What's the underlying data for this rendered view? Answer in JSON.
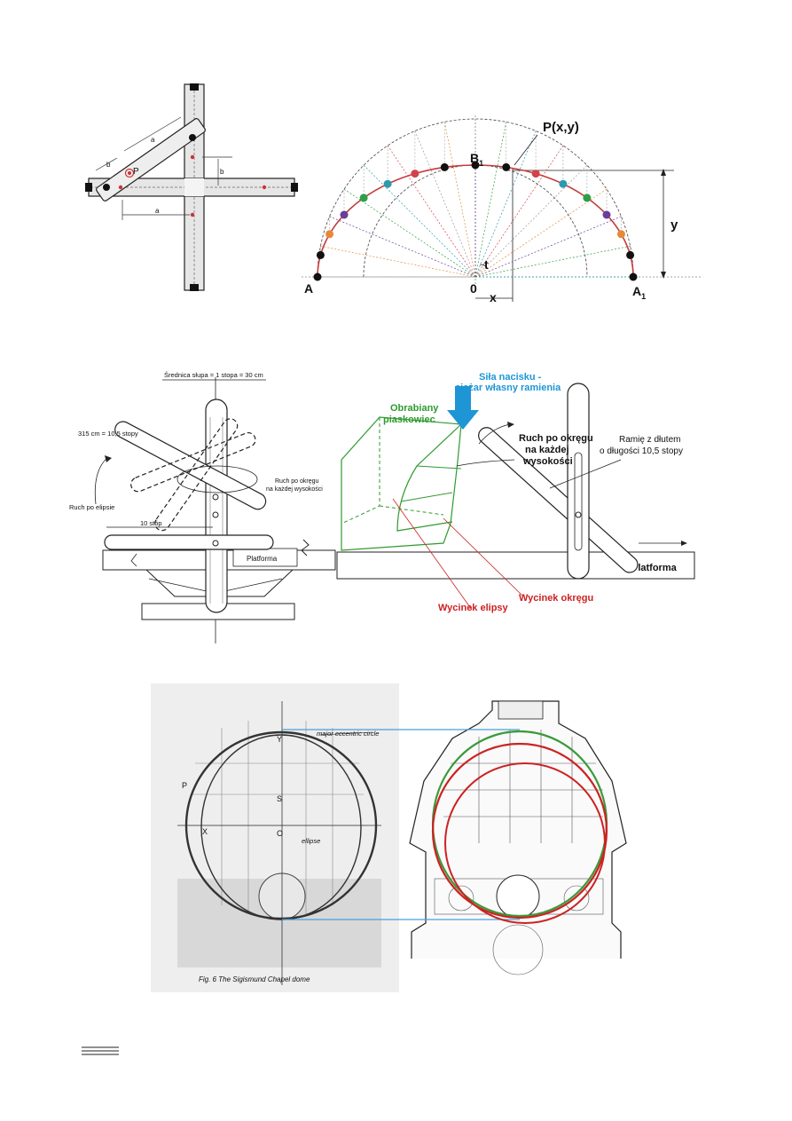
{
  "trammel": {
    "a_top": "a",
    "b_top": "b",
    "b_side": "b",
    "a_bottom": "a",
    "p": "P"
  },
  "ellipse_construction": {
    "point": "P(x,y)",
    "b1": "B",
    "b1_sub": "1",
    "a": "A",
    "a1": "A",
    "a1_sub": "1",
    "origin": "0",
    "x": "x",
    "y": "y",
    "t": "t",
    "dot_colors": [
      "#111111",
      "#111111",
      "#e58a3a",
      "#6a3d9a",
      "#2e9e4a",
      "#2e9aae",
      "#d1424a",
      "#111111"
    ]
  },
  "machine": {
    "diameter": "Średnica słupa = 1 stopa = 30 cm",
    "length_cm": "315 cm = 10,5 stopy",
    "circle_motion_left_1": "Ruch po okręgu",
    "circle_motion_left_2": "na każdej wysokości",
    "ellipse_motion": "Ruch po elipsie",
    "ten_feet": "10 stóp",
    "platform_left": "Platforma",
    "force_1": "Siła nacisku -",
    "force_2": "ciężar własny ramienia",
    "stone_1": "Obrabiany",
    "stone_2": "piaskowiec",
    "circle_motion_right_1": "Ruch po okręgu",
    "circle_motion_right_2": "na każdej",
    "circle_motion_right_3": "wysokości",
    "arm_1": "Ramię z dłutem",
    "arm_2": "o długości 10,5 stopy",
    "platform_right": "Platforma",
    "ellipse_sector": "Wycinek elipsy",
    "circle_sector": "Wycinek okręgu",
    "colors": {
      "force": "#1e96d6",
      "stone": "#2e9a2e",
      "sector": "#cc2222"
    }
  },
  "dome": {
    "major_circle": "major eccentric circle",
    "ellipse": "ellipse",
    "letters": [
      "Y",
      "S",
      "X",
      "O",
      "P"
    ],
    "caption": "Fig. 6   The Sigismund Chapel dome",
    "colors": {
      "guide": "#4a9fd8",
      "green": "#3a9a3a",
      "red": "#cc2222"
    }
  }
}
